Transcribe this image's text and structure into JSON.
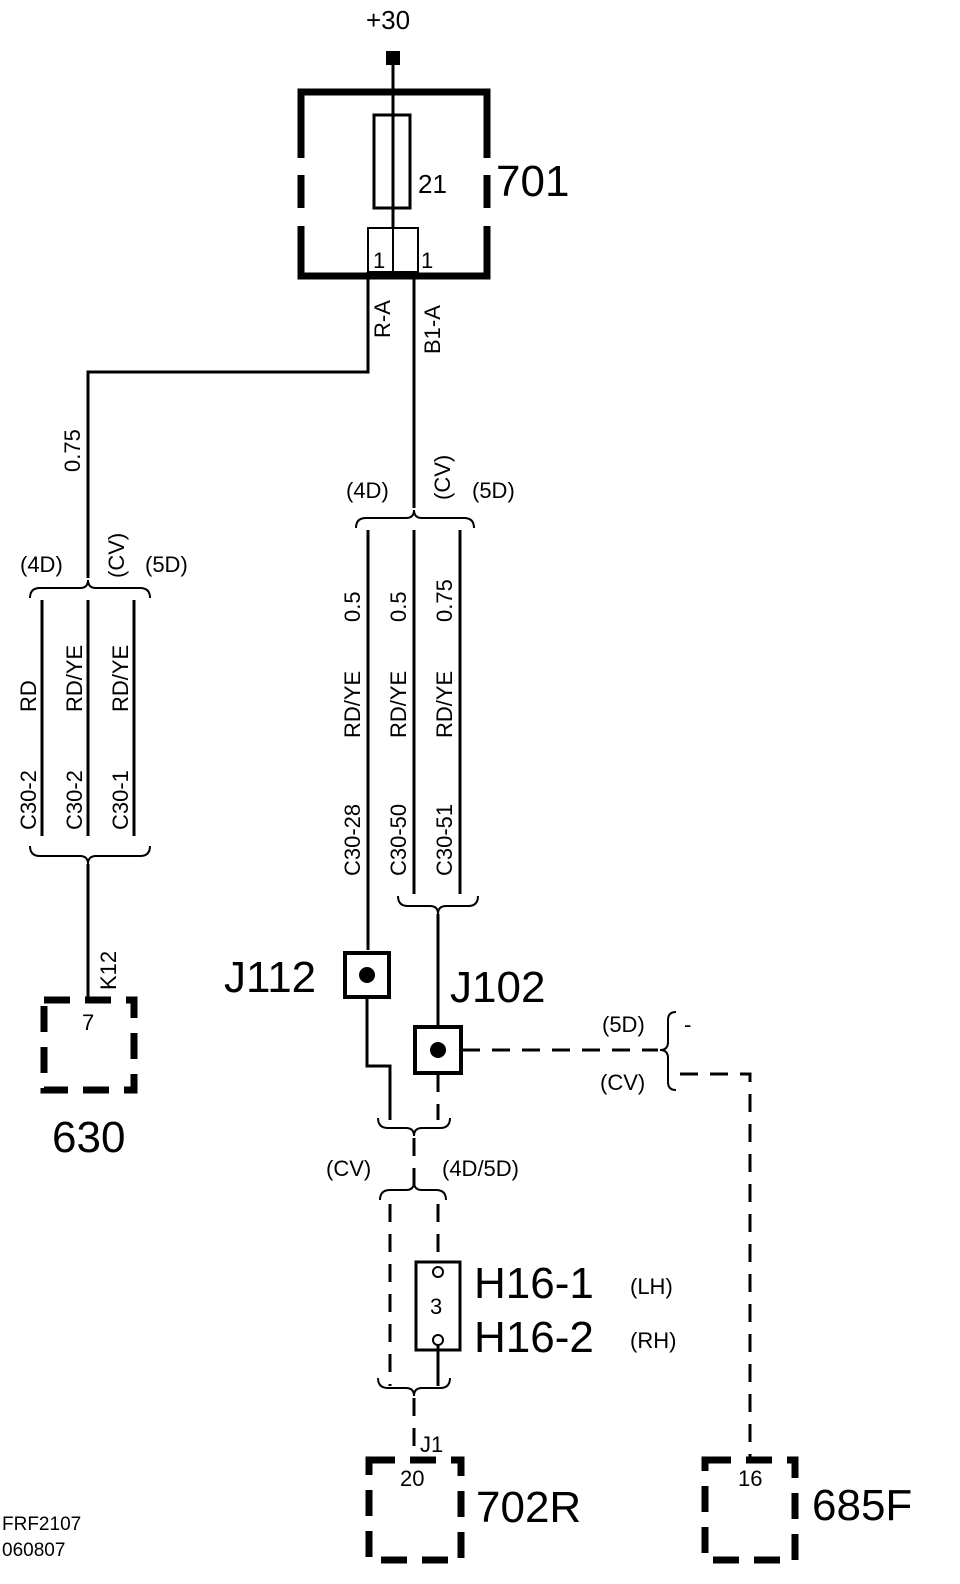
{
  "supply": {
    "label": "+30"
  },
  "fuse_box": {
    "id": "701",
    "fuse": "21",
    "pin_left": "1",
    "pin_right": "1",
    "wire_left": "R-A",
    "wire_right": "B1-A"
  },
  "left_branch": {
    "gauge": "0.75",
    "variants": {
      "v4d": "(4D)",
      "vcv": "(CV)",
      "v5d": "(5D)"
    },
    "wires": [
      {
        "circuit": "C30-2",
        "color": "RD"
      },
      {
        "circuit": "C30-2",
        "color": "RD/YE"
      },
      {
        "circuit": "C30-1",
        "color": "RD/YE"
      }
    ],
    "pin_label": "K12",
    "connector": {
      "id": "630",
      "pin": "7"
    }
  },
  "center_branch": {
    "variants": {
      "v4d": "(4D)",
      "vcv": "(CV)",
      "v5d": "(5D)"
    },
    "wires": [
      {
        "circuit": "C30-28",
        "color": "RD/YE",
        "gauge": "0.5"
      },
      {
        "circuit": "C30-50",
        "color": "RD/YE",
        "gauge": "0.5"
      },
      {
        "circuit": "C30-51",
        "color": "RD/YE",
        "gauge": "0.75"
      }
    ]
  },
  "junctions": {
    "j112": "J112",
    "j102": "J102"
  },
  "right_branch": {
    "v5d": "(5D)",
    "v5d_value": "-",
    "vcv": "(CV)",
    "connector": {
      "id": "685F",
      "pin": "16"
    }
  },
  "lower_branch": {
    "vcv": "(CV)",
    "v4d5d": "(4D/5D)",
    "component": {
      "pin": "3",
      "name1": "H16-1",
      "side1": "(LH)",
      "name2": "H16-2",
      "side2": "(RH)"
    },
    "pin_label": "J1",
    "connector": {
      "id": "702R",
      "pin": "20"
    }
  },
  "footer": {
    "ref": "FRF2107",
    "date": "060807"
  }
}
